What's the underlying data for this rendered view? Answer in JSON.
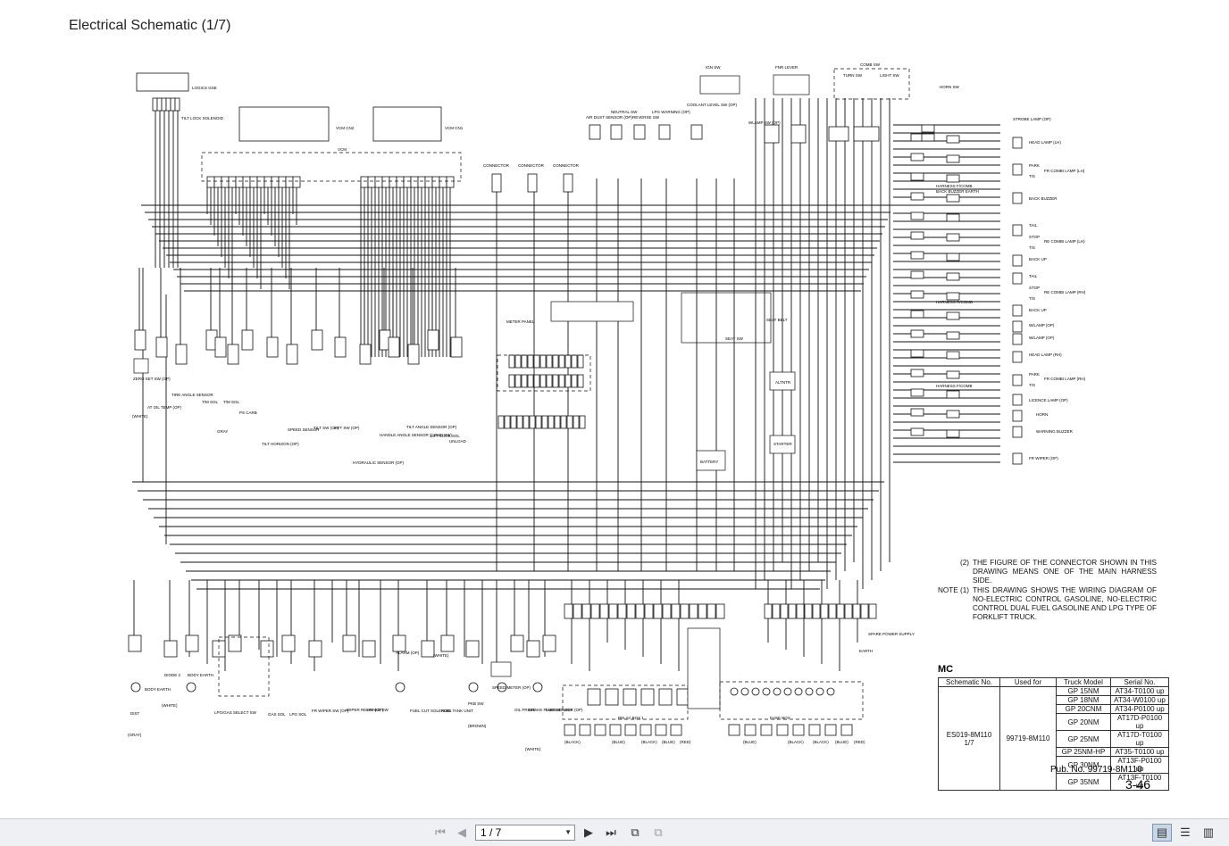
{
  "page": {
    "title": "Electrical Schematic (1/7)",
    "pub_no": "Pub. No. 99719-8M110",
    "page_number": "3-46"
  },
  "labels": {
    "logics_gse": "LOGICS GSE",
    "vcm": "VCM",
    "vcm_cn2": "VCM CN2",
    "vcm_cn1": "VCM CN1",
    "tilt_lock": "TILT LOCK SOLENOID",
    "ign_sw": "IGN SW",
    "fnr_lever": "FNR LEVER",
    "comb_sw": "COMB SW",
    "turn_sw": "TURN SW",
    "light_sw": "LIGHT SW",
    "horn_sw": "HORN SW",
    "strobe": "STROBE LAMP (OP)",
    "connector": "CONNECTOR",
    "air_dust": "AIR DUST SENSOR (OP)",
    "neutral_sw": "NEUTRAL SW",
    "reverse_sw": "REVERSE SW",
    "lpg_warning": "LPG WARNING (OP)",
    "coolant": "COOLANT LEVEL SW (OP)",
    "wlamp_sw": "WLAMP SW (OP)",
    "head_lamp_lh": "HEAD LAMP (LH)",
    "park": "PARK",
    "fr_combi_lh": "FR COMBI LAMP (LH)",
    "tis": "T/S",
    "harness_fr": "HARNESS F/COMB",
    "back_buzzer_earth": "BACK BUZZER EARTH",
    "back_buzzer": "BACK BUZZER",
    "tail": "TAIL",
    "stop": "STOP",
    "back_up": "BACK UP",
    "re_combi_lh": "RE COMBI LAMP (LH)",
    "re_combi_rh": "RE COMBI LAMP (RH)",
    "harness_rcomb": "HARNESS R/COMB",
    "wlamp_op": "W/LAMP (OP)",
    "head_lamp_rh": "HEAD LAMP (RH)",
    "fr_combi_rh": "FR COMBI LAMP (RH)",
    "licence": "LICENCE LAMP (OP)",
    "horn": "HORN",
    "warning_buzzer": "WARNING BUZZER",
    "fr_wiper": "FR WIPER (OP)",
    "meter_panel": "METER PANEL",
    "seat_sw": "SEAT SW",
    "seat_belt": "SEAT BELT",
    "altntr": "ALTNTR",
    "starter": "STARTER",
    "battery": "BATTERY",
    "zero_set": "ZERO SET SW (OP)",
    "at_oil_temp": "AT OIL TEMP (OP)",
    "tire_angle": "TIRE ANGLE SENSOR",
    "tm_sol": "T/M SOL",
    "ps_carb": "PS CARB",
    "gray": "GRAY",
    "tilt_horizon": "TILT HORIZON (OP)",
    "speed_sensor": "SPEED SENSOR",
    "tilt_sw": "TILT SW (OP)",
    "lift_sw": "LIFT SW (OP)",
    "hydraulic_sensor": "HYDRAULIC SENSOR (OP)",
    "handle_angle": "HANDLE ANGLE SENSOR (COMB SW)",
    "tilt_angle": "TILT ANGLE SENSOR (OP)",
    "lift_lock": "LIFT LOCK SOL",
    "unload": "UNLOAD",
    "dist": "DIST",
    "body_earth": "BODY EARTH",
    "diode2": "DIODE 2",
    "lpg_gas_select": "LPG/GAS SELECT SW",
    "gas_sol": "GAS SOL",
    "lpg_sol": "LPG SOL",
    "fr_wiper_sw": "FR WIPER SW (OP)",
    "wiper_relay": "WIPER RELAY (OP)",
    "brake_sw": "BRAKE SW",
    "alarm": "ALARM (OP)",
    "fuel_cut": "FUEL CUT SOLENOID",
    "fuel_tank": "FUEL TANK UNIT",
    "pkb_sw": "PKB SW",
    "speed_meter": "SPEED METER (OP)",
    "oil_press": "OIL PRESS",
    "brake_fluid": "BRAKE FLUID SENSOR (OP)",
    "thermo_unit": "THERMO UNIT",
    "relay_box": "RELAY BOX 1",
    "fuse_box": "FUSE BOX",
    "spare_power": "SPARE POWER SUPPLY",
    "earth": "EARTH",
    "black": "(BLACK)",
    "white": "(WHITE)",
    "blue": "(BLUE)",
    "red": "(RED)",
    "gray_p": "(GRAY)",
    "brown": "(BROWN)"
  },
  "notes": [
    {
      "num": "(2)",
      "text": "THE FIGURE OF THE CONNECTOR SHOWN IN THIS DRAWING MEANS ONE OF THE MAIN HARNESS SIDE."
    },
    {
      "num": "NOTE (1)",
      "text": "THIS DRAWING SHOWS THE WIRING DIAGRAM OF NO-ELECTRIC CONTROL GASOLINE, NO-ELECTRIC CONTROL DUAL FUEL GASOLINE AND LPG TYPE OF FORKLIFT TRUCK."
    }
  ],
  "spec_table": {
    "label": "MC",
    "headers": [
      "Schematic No.",
      "Used for",
      "Truck Model",
      "Serial No."
    ],
    "schematic_no": "ES019-8M110 1/7",
    "used_for": "99719-8M110",
    "rows": [
      {
        "model": "GP 15NM",
        "serial": "AT34-T0100 up"
      },
      {
        "model": "GP 18NM",
        "serial": "AT34-W0100 up"
      },
      {
        "model": "GP 20CNM",
        "serial": "AT34-P0100 up"
      },
      {
        "model": "GP 20NM",
        "serial": "AT17D-P0100 up"
      },
      {
        "model": "GP 25NM",
        "serial": "AT17D-T0100 up"
      },
      {
        "model": "GP 25NM-HP",
        "serial": "AT35-T0100 up"
      },
      {
        "model": "GP 30NM",
        "serial": "AT13F-P0100 up"
      },
      {
        "model": "GP 35NM",
        "serial": "AT13F-T0100 up"
      }
    ]
  },
  "viewer": {
    "page_field": "1 / 7"
  }
}
